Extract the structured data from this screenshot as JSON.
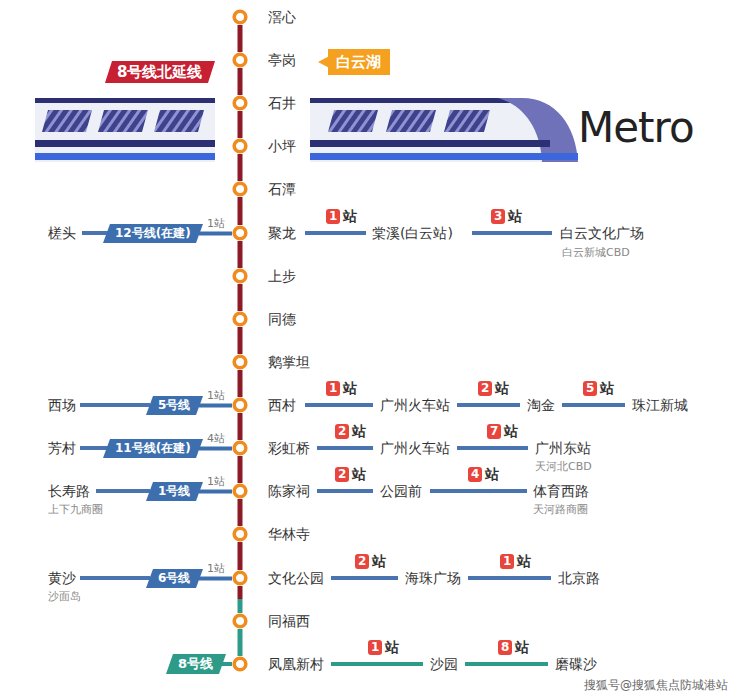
{
  "diagram": {
    "nodes": [
      {
        "text": [
          "滘心"
        ]
      },
      {
        "text": [
          "亭岗"
        ]
      },
      {
        "text": [
          "石井"
        ]
      },
      {
        "text": [
          "小坪"
        ]
      },
      {
        "text": [
          "石潭"
        ]
      },
      {
        "text": [
          "聚龙"
        ]
      },
      {
        "text": [
          "上步"
        ]
      },
      {
        "text": [
          "同德"
        ]
      },
      {
        "text": [
          "鹅掌坦"
        ]
      },
      {
        "text": [
          "西村"
        ]
      },
      {
        "text": [
          "彩虹桥"
        ]
      },
      {
        "text": [
          "陈家祠"
        ]
      },
      {
        "text": [
          "华林寺"
        ]
      },
      {
        "text": [
          "文化公园"
        ]
      },
      {
        "text": [
          "同福西"
        ]
      },
      {
        "text": [
          "凤凰新村"
        ]
      },
      {
        "text": [
          "白云湖"
        ]
      },
      {
        "text": [
          "8号线北延线"
        ]
      },
      {
        "text": [
          "12号线(在建)"
        ]
      },
      {
        "text": [
          "5号线"
        ]
      },
      {
        "text": [
          "11号线(在建)"
        ]
      },
      {
        "text": [
          "1号线"
        ]
      },
      {
        "text": [
          "6号线"
        ]
      },
      {
        "text": [
          "8号线"
        ]
      }
    ],
    "edges": [
      {
        "from": 0,
        "to": 1,
        "arrow": "none"
      },
      {
        "from": 1,
        "to": 2,
        "arrow": "none"
      },
      {
        "from": 2,
        "to": 3,
        "arrow": "none"
      },
      {
        "from": 3,
        "to": 4,
        "arrow": "none"
      },
      {
        "from": 4,
        "to": 5,
        "arrow": "none"
      },
      {
        "from": 5,
        "to": 6,
        "arrow": "none"
      },
      {
        "from": 6,
        "to": 7,
        "arrow": "none"
      },
      {
        "from": 7,
        "to": 8,
        "arrow": "none"
      },
      {
        "from": 8,
        "to": 9,
        "arrow": "none"
      },
      {
        "from": 9,
        "to": 10,
        "arrow": "none"
      },
      {
        "from": 10,
        "to": 11,
        "arrow": "none"
      },
      {
        "from": 11,
        "to": 12,
        "arrow": "none"
      },
      {
        "from": 12,
        "to": 13,
        "arrow": "none"
      },
      {
        "from": 13,
        "to": 14,
        "arrow": "none"
      },
      {
        "from": 14,
        "to": 15,
        "arrow": "none"
      },
      {
        "from": 18,
        "to": 5,
        "arrow": "none"
      },
      {
        "from": 19,
        "to": 9,
        "arrow": "none"
      },
      {
        "from": 20,
        "to": 10,
        "arrow": "none"
      },
      {
        "from": 21,
        "to": 11,
        "arrow": "none"
      },
      {
        "from": 22,
        "to": 13,
        "arrow": "none"
      },
      {
        "from": 23,
        "to": 15,
        "arrow": "none"
      }
    ],
    "labels": [
      "Metro",
      "槎头",
      "1站",
      "1",
      "站",
      "棠溪(白云站)",
      "3",
      "站",
      "白云文化广场",
      "白云新城CBD",
      "西场",
      "1站",
      "1",
      "站",
      "广州火车站",
      "2",
      "站",
      "淘金",
      "5",
      "站",
      "珠江新城",
      "芳村",
      "4站",
      "2",
      "站",
      "广州火车站",
      "7",
      "站",
      "广州东站",
      "天河北CBD",
      "长寿路",
      "上下九商圈",
      "1站",
      "2",
      "站",
      "公园前",
      "4",
      "站",
      "体育西路",
      "天河路商圈",
      "黄沙",
      "沙面岛",
      "1站",
      "2",
      "站",
      "海珠广场",
      "1",
      "站",
      "北京路",
      "1",
      "站",
      "沙园",
      "8",
      "站",
      "磨碟沙",
      "搜狐号@搜狐焦点防城港站"
    ]
  }
}
